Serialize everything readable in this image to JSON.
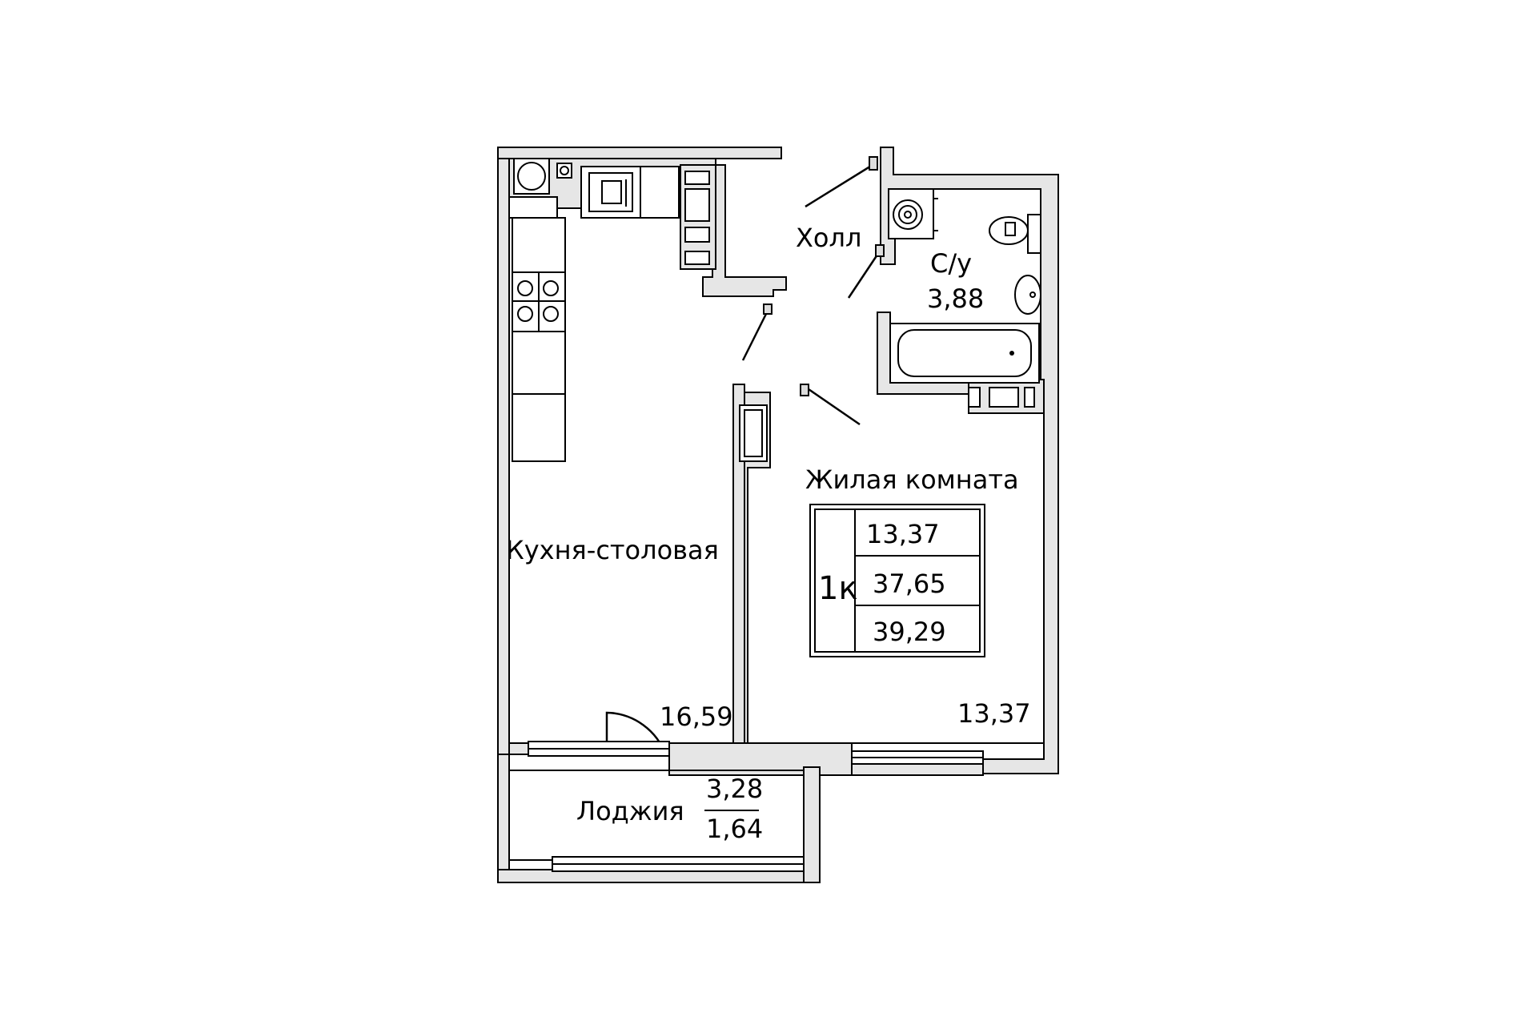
{
  "rooms": {
    "hall": {
      "name": "Холл"
    },
    "bathroom": {
      "name": "С/у",
      "area": "3,88"
    },
    "living": {
      "name": "Жилая комната",
      "area": "13,37"
    },
    "kitchen": {
      "name": "Кухня-столовая",
      "area": "16,59"
    },
    "loggia": {
      "name": "Лоджия",
      "area_full": "3,28",
      "area_reduced": "1,64"
    }
  },
  "summary": {
    "type": "1к",
    "living_area": "13,37",
    "total_area": "37,65",
    "total_with_loggia": "39,29"
  }
}
